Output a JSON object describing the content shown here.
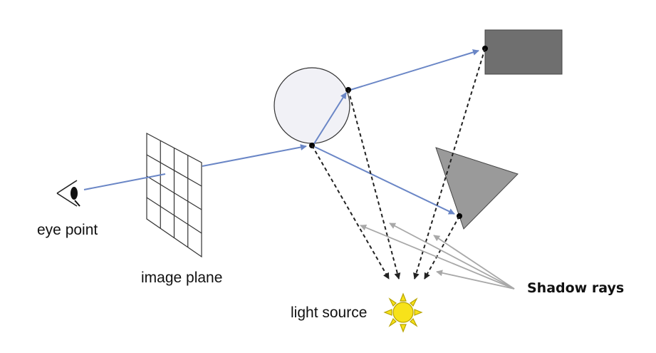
{
  "labels": {
    "eye_point": "eye point",
    "image_plane": "image plane",
    "light_source": "light source",
    "shadow_rays": "Shadow rays"
  },
  "colors": {
    "primary_ray": "#6a86c6",
    "shadow_ray": "#222222",
    "shadow_label_arrow": "#a8a8a8",
    "sphere_fill": "#f1f1f6",
    "box_fill": "#6f6f6f",
    "triangle_fill": "#9a9a9a",
    "sun_fill": "#f7e21a",
    "sun_stroke": "#b8a400"
  },
  "icons": [
    "eye-icon",
    "sun-icon"
  ]
}
